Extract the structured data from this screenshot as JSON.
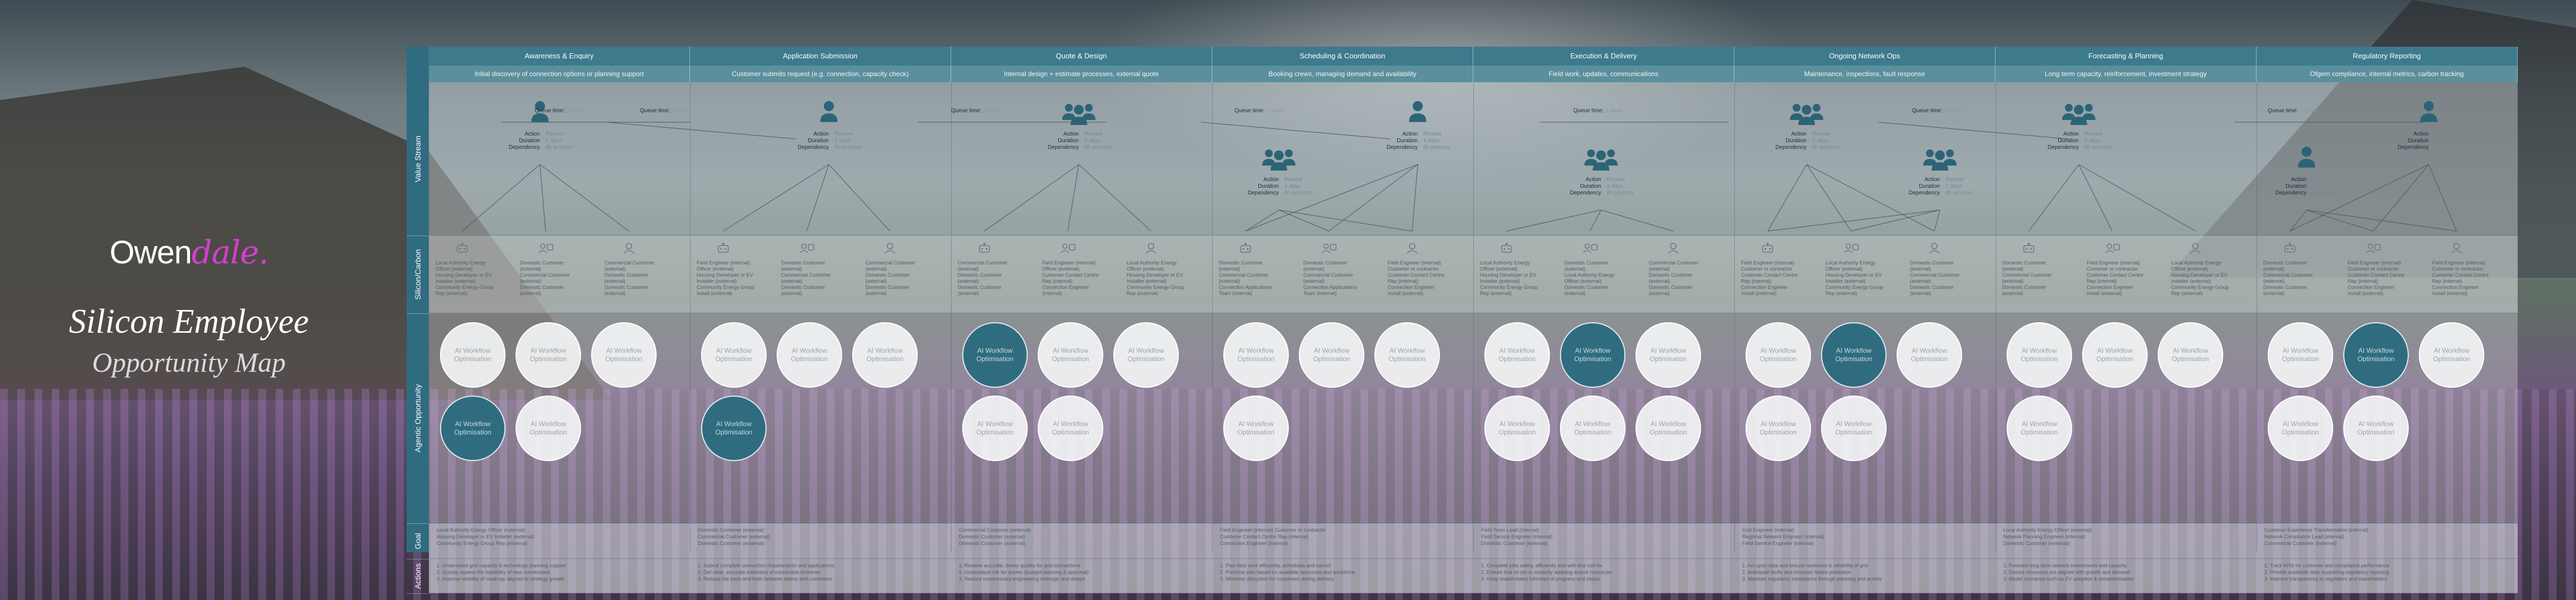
{
  "brand": {
    "logo_prefix": "Owen",
    "logo_accent": "dale.",
    "title_line1": "Silicon Employee",
    "title_line2": "Opportunity Map"
  },
  "row_labels": {
    "value_stream": "Value Stream",
    "silicon_carbon": "Silicon/Carbon",
    "agentic": "Agentic Opportunity",
    "goal": "Goal",
    "actions": "Actions"
  },
  "process": {
    "action_label": "Action",
    "duration_label": "Duration",
    "dependency_label": "Dependency",
    "action_value": "Review",
    "duration_value": "1 days",
    "dependency_value": "8h process",
    "queue_label": "Queue time:",
    "queue_value": "1 days"
  },
  "circle": {
    "line1": "AI Workflow",
    "line2": "Optimisation"
  },
  "phases": [
    {
      "name": "Awareness & Enquiry",
      "desc": "Initial discovery of connection options or planning support",
      "roles": [
        [
          "Local Authority Energy",
          "Officer (external)",
          "Housing Developer or EV",
          "Installer (external)",
          "Community Energy Group",
          "Rep (external)"
        ],
        [
          "Domestic Customer",
          "(external)",
          "Commercial Customer",
          "(external)",
          "Domestic Customer",
          "(external)"
        ],
        [
          "Commercial Customer",
          "(external)",
          "Domestic Customer",
          "(external)",
          "Domestic Customer",
          "(external)"
        ]
      ],
      "circles": [
        false,
        false,
        false,
        true,
        false
      ],
      "goal": [
        "Local Authority Energy Officer (external)",
        "Housing Developer or EV Installer (external)",
        "Community Energy Group Rep (external)"
      ],
      "actions": [
        "1. Understand grid capacity & technology planning support",
        "2. Quickly assess the feasibility of new connections",
        "3. Improve visibility of roadmap aligned to strategy growth"
      ]
    },
    {
      "name": "Application Submission",
      "desc": "Customer submits request (e.g. connection, capacity check)",
      "roles": [
        [
          "Field Engineer (internal)",
          "Officer (external)",
          "Housing Developer or EV",
          "Installer (external)",
          "Community Energy Group",
          "Install (external)"
        ],
        [
          "Domestic Customer",
          "(external)",
          "Commercial Customer",
          "(external)",
          "Domestic Customer",
          "(external)"
        ],
        [
          "Commercial Customer",
          "(external)",
          "Domestic Customer",
          "(external)",
          "Domestic Customer",
          "(external)"
        ]
      ],
      "circles": [
        false,
        false,
        false,
        true
      ],
      "goal": [
        "Domestic Customer (external)",
        "Commercial Customer (external)",
        "Domestic Customer (external)"
      ],
      "actions": [
        "1. Submit complete connection requirements and applications",
        "2. Get clear, accurate estimates of connection timelines",
        "3. Reduce the back-and-forth between teams and customers"
      ]
    },
    {
      "name": "Quote & Design",
      "desc": "Internal design + estimate processes, external quote",
      "roles": [
        [
          "Commercial Customer",
          "(external)",
          "Domestic Customer",
          "(external)",
          "Domestic Customer",
          "(external)"
        ],
        [
          "Field Engineer (internal)",
          "Officer (external)",
          "Customer Contact Centre",
          "Rep (internal)",
          "Connection Engineer",
          "(internal)"
        ],
        [
          "Local Authority Energy",
          "Officer (external)",
          "Housing Developer or EV",
          "Installer (external)",
          "Community Energy Group",
          "Rep (external)"
        ]
      ],
      "circles": [
        true,
        false,
        false,
        false,
        false
      ],
      "goal": [
        "Commercial Customer (external)",
        "Domestic Customer (external)",
        "Domestic Customer (external)"
      ],
      "actions": [
        "1. Receive accurate, timely quotes for grid connections",
        "2. Understand risk for quotes (budget planning & approval)",
        "3. Reduce unnecessary engineering redesign and delays"
      ]
    },
    {
      "name": "Scheduling & Coordination",
      "desc": "Booking crews, managing demand and availability",
      "roles": [
        [
          "Domestic Customer",
          "(external)",
          "Commercial Customer",
          "(external)",
          "Connection Applications",
          "Team (internal)"
        ],
        [
          "Domestic Customer",
          "(external)",
          "Commercial Customer",
          "(external)",
          "Connection Applications",
          "Team (internal)"
        ],
        [
          "Field Engineer (internal)",
          "Customer or contractor",
          "Customer Contact Centre",
          "Rep (internal)",
          "Connection Engineer",
          "Install (external)"
        ]
      ],
      "circles": [
        false,
        false,
        false,
        false
      ],
      "goal": [
        "Field Engineer (internal) Customer or contractor",
        "Customer Contact Centre Rep (internal)",
        "Connection Engineer (internal)"
      ],
      "actions": [
        "1. Plan field work efficiently, schedules and cancel",
        "2. Prioritise jobs based on available resources and workforce",
        "3. Minimise disruption for customers during delivery"
      ]
    },
    {
      "name": "Execution & Delivery",
      "desc": "Field work, updates, communications",
      "roles": [
        [
          "Local Authority Energy",
          "Officer (external)",
          "Housing Developer or EV",
          "Installer (external)",
          "Community Energy Group",
          "Rep (external)"
        ],
        [
          "Domestic Customer",
          "(external)",
          "Local Authority Energy",
          "Officer (external)",
          "Domestic Customer",
          "(external)"
        ],
        [
          "Commercial Customer",
          "(external)",
          "Domestic Customer",
          "(external)",
          "Domestic Customer",
          "(external)"
        ]
      ],
      "circles": [
        false,
        true,
        false,
        false,
        false,
        false
      ],
      "goal": [
        "Field Team Lead (internal)",
        "Field Service Engineer (internal)",
        "Domestic Customer (external)"
      ],
      "actions": [
        "1. Complete jobs safely, efficiently and with first visit fix",
        "2. Ensure that no job is currently awaiting scarce resources",
        "3. Keep stakeholders informed of progress and status"
      ]
    },
    {
      "name": "Ongoing Network Ops",
      "desc": "Maintenance, inspections, fault response",
      "roles": [
        [
          "Field Engineer (internal)",
          "Customer or contractor",
          "Customer Contact Centre",
          "Rep (internal)",
          "Connection Engineer",
          "Install (external)"
        ],
        [
          "Local Authority Energy",
          "Officer (external)",
          "Housing Developer or EV",
          "Installer (external)",
          "Community Energy Group",
          "Rep (external)"
        ],
        [
          "Domestic Customer",
          "(external)",
          "Commercial Customer",
          "(external)",
          "Domestic Customer",
          "(external)"
        ]
      ],
      "circles": [
        false,
        true,
        false,
        false,
        false
      ],
      "goal": [
        "Grid Engineer (internal)",
        "Regional Network Engineer (internal)",
        "Field Service Engineer (internal)"
      ],
      "actions": [
        "1. Act upon data and ensure resilience & reliability of grid",
        "2. Anticipate faults and increase failure prediction",
        "3. Maintain regulatory compliance through planning and activity"
      ]
    },
    {
      "name": "Forecasting & Planning",
      "desc": "Long term capacity, reinforcement, investment strategy",
      "roles": [
        [
          "Domestic Customer",
          "(external)",
          "Commercial Customer",
          "(external)",
          "Domestic Customer",
          "(external)"
        ],
        [
          "Field Engineer (internal)",
          "Customer or contractor",
          "Customer Contact Centre",
          "Rep (internal)",
          "Connection Engineer",
          "Install (external)"
        ],
        [
          "Local Authority Energy",
          "Officer (external)",
          "Housing Developer or EV",
          "Installer (external)",
          "Community Energy Group",
          "Rep (external)"
        ]
      ],
      "circles": [
        false,
        false,
        false,
        false
      ],
      "goal": [
        "Local Authority Energy Officer (external)",
        "Network Planning Engineer (internal)",
        "Domestic Customer (external)"
      ],
      "actions": [
        "1. Forecast long term network investments and capacity",
        "2. Ensure resources are aligned with growth and demand",
        "3. Model scenarios such as EV adoption & decarbonisation"
      ]
    },
    {
      "name": "Regulatory Reporting",
      "desc": "Ofgem compliance, internal metrics, carbon tracking",
      "roles": [
        [
          "Domestic Customer",
          "(external)",
          "Commercial Customer",
          "(external)",
          "Domestic Customer",
          "(external)"
        ],
        [
          "Field Engineer (internal)",
          "Customer or contractor",
          "Customer Contact Centre",
          "Rep (internal)",
          "Connection Engineer",
          "Install (external)"
        ],
        [
          "Field Engineer (internal)",
          "Customer or contractor",
          "Customer Contact Centre",
          "Rep (internal)",
          "Connection Engineer",
          "Install (external)"
        ]
      ],
      "circles": [
        false,
        true,
        false,
        false,
        false
      ],
      "goal": [
        "Customer Experience Transformation (internal)",
        "Network Compliance Lead (internal)",
        "Commercial Customer (external)"
      ],
      "actions": [
        "1. Track KPIs for customer and compliance performance",
        "2. Provide auditable data supporting regulatory reporting",
        "3. Improve transparency to regulators and stakeholders"
      ]
    }
  ]
}
